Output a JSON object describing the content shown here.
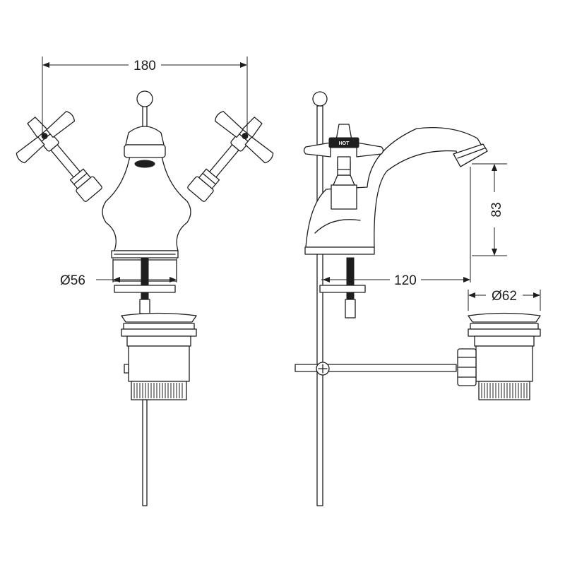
{
  "dimensions": {
    "overall_width": "180",
    "base_diameter": "Ø56",
    "spout_height": "83",
    "spout_projection": "120",
    "waste_diameter": "Ø62"
  },
  "handle_label": "HOT"
}
